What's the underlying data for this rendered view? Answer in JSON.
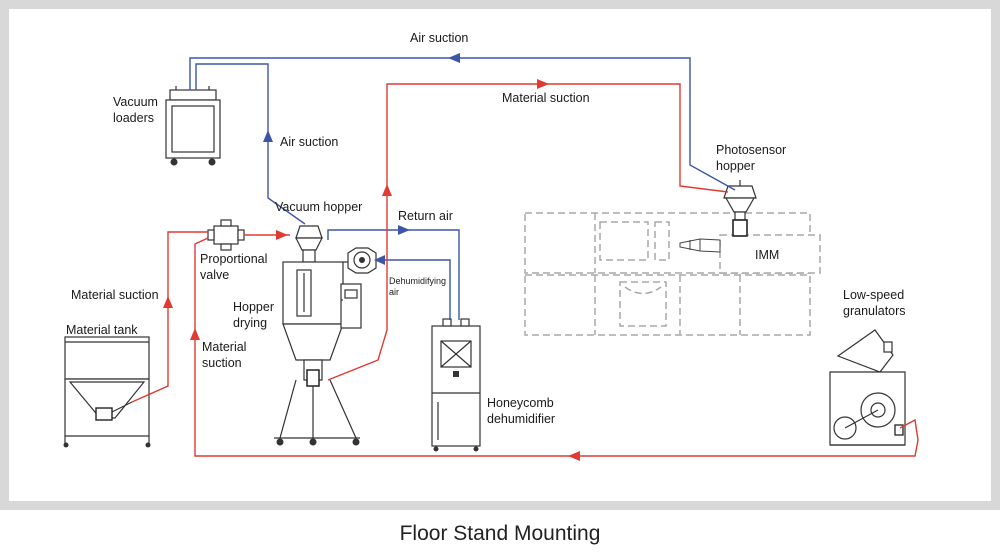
{
  "caption": "Floor Stand Mounting",
  "labels": {
    "air_suction_top": "Air suction",
    "air_suction_side": "Air suction",
    "material_suction_top": "Material suction",
    "material_suction_left_a": "Material suction",
    "material_suction_left_b": [
      "Material",
      "suction"
    ],
    "return_air": "Return air",
    "dehumidifying_air": [
      "Dehumidifying",
      "air"
    ],
    "vacuum_loaders": [
      "Vacuum",
      "loaders"
    ],
    "vacuum_hopper": "Vacuum hopper",
    "photosensor_hopper": [
      "Photosensor",
      "hopper"
    ],
    "proportional_valve": [
      "Proportional",
      "valve"
    ],
    "hopper_drying": [
      "Hopper",
      "drying"
    ],
    "material_tank": "Material tank",
    "honeycomb_dehumidifier": [
      "Honeycomb",
      "dehumidifier"
    ],
    "imm": "IMM",
    "low_speed_granulators": [
      "Low-speed",
      "granulators"
    ]
  },
  "colors": {
    "material_line": "#e03a32",
    "air_line": "#3d55a8",
    "machine_outline": "#a8a8a8"
  }
}
